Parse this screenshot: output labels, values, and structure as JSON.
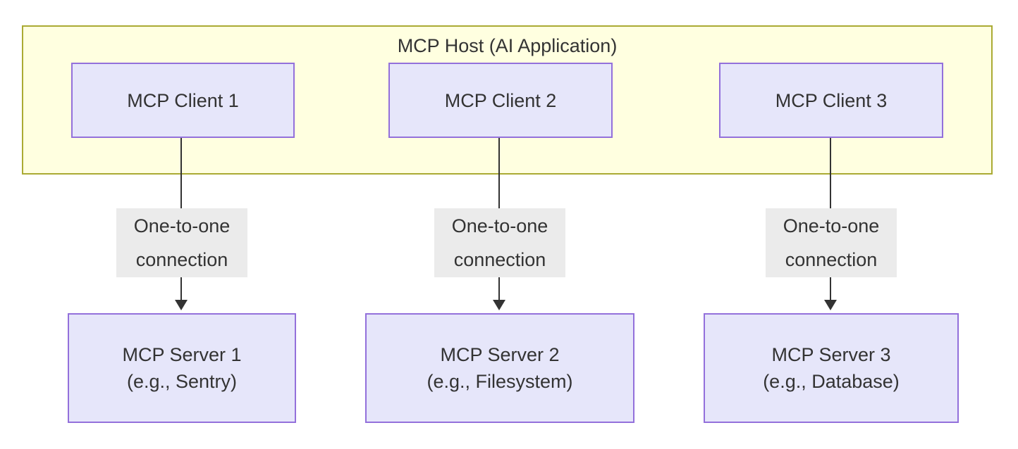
{
  "diagram": {
    "title": "MCP Host (AI Application)",
    "colors": {
      "host_fill": "#ffffe0",
      "host_border": "#aaaa33",
      "node_fill": "#e6e6fa",
      "node_border": "#9370db",
      "edge_line": "#333333",
      "label_bg": "#ebebeb",
      "text": "#333333",
      "canvas_bg": "#ffffff"
    },
    "clients": [
      {
        "label": "MCP Client 1"
      },
      {
        "label": "MCP Client 2"
      },
      {
        "label": "MCP Client 3"
      }
    ],
    "edges": [
      {
        "label_line1": "One-to-one",
        "label_line2": "connection"
      },
      {
        "label_line1": "One-to-one",
        "label_line2": "connection"
      },
      {
        "label_line1": "One-to-one",
        "label_line2": "connection"
      }
    ],
    "servers": [
      {
        "line1": "MCP Server 1",
        "line2": "(e.g., Sentry)"
      },
      {
        "line1": "MCP Server 2",
        "line2": "(e.g., Filesystem)"
      },
      {
        "line1": "MCP Server 3",
        "line2": "(e.g., Database)"
      }
    ]
  }
}
